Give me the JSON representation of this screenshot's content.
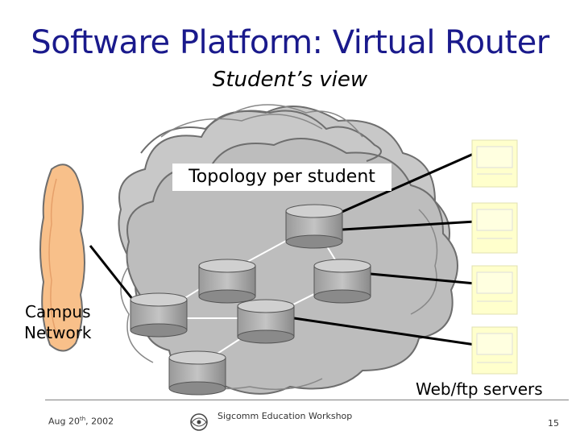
{
  "slide": {
    "title": "Software Platform: Virtual Router",
    "subtitle": "Student’s view"
  },
  "diagram": {
    "topology_label": "Topology per student",
    "campus_label_line1": "Campus",
    "campus_label_line2": "Network",
    "servers_label": "Web/ftp servers",
    "colors": {
      "cloud_fill": "#bdbdbd",
      "cloud_stroke": "#6e6e6e",
      "campus_fill": "#f8c08a",
      "server_fill": "#ffffcc",
      "router_fill": "#a8a8a8"
    },
    "router_count": 6,
    "server_count": 4
  },
  "footer": {
    "date_main": "Aug 20",
    "date_sup": "th",
    "date_year": ", 2002",
    "event": "Sigcomm Education Workshop",
    "page_number": "15"
  }
}
